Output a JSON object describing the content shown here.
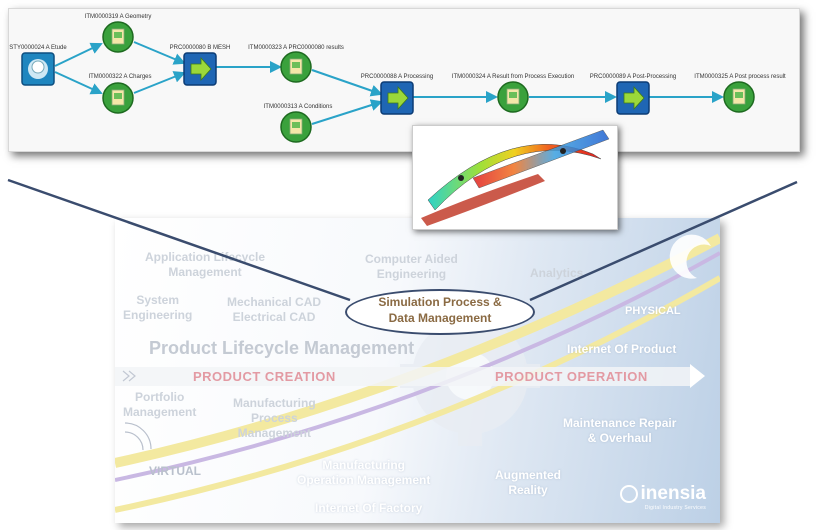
{
  "workflow": {
    "nodes": [
      {
        "id": "n1",
        "kind": "study",
        "label": "STY0000024 A Etude"
      },
      {
        "id": "n2",
        "kind": "item",
        "label": "ITM0000319 A Geometry"
      },
      {
        "id": "n3",
        "kind": "item",
        "label": "ITM0000322 A Charges"
      },
      {
        "id": "n4",
        "kind": "process",
        "label": "PRC0000080 B MESH"
      },
      {
        "id": "n5",
        "kind": "item",
        "label": "ITM0000323 A PRC0000080 results"
      },
      {
        "id": "n6",
        "kind": "item",
        "label": "ITM0000313 A Conditions"
      },
      {
        "id": "n7",
        "kind": "process",
        "label": "PRC0000088 A Processing"
      },
      {
        "id": "n8",
        "kind": "item",
        "label": "ITM0000324 A Result from Process Execution"
      },
      {
        "id": "n9",
        "kind": "process",
        "label": "PRC0000089 A Post-Processing"
      },
      {
        "id": "n10",
        "kind": "item",
        "label": "ITM0000325 A Post process result"
      }
    ],
    "colors": {
      "item": "#3aa13c",
      "process": "#1f66b4",
      "study": "#2f9fd0",
      "edge": "#2aa3c8"
    }
  },
  "landscape": {
    "alm": {
      "text": "Application Lifecycle\nManagement"
    },
    "cae": {
      "text": "Computer Aided\nEngineering"
    },
    "analytics": {
      "text": "Analytics"
    },
    "se": {
      "text": "System\nEngineering"
    },
    "mcad": {
      "text": "Mechanical CAD\nElectrical CAD"
    },
    "spdm": {
      "line1": "Simulation Process &",
      "line2": "Data Management"
    },
    "physical": {
      "text": "PHYSICAL"
    },
    "plm": {
      "text": "Product Lifecycle Management"
    },
    "iop": {
      "text": "Internet Of Product"
    },
    "creation": {
      "text": "PRODUCT CREATION"
    },
    "operation": {
      "text": "PRODUCT OPERATION"
    },
    "portfolio": {
      "text": "Portfolio\nManagement"
    },
    "mpm": {
      "text": "Manufacturing\nProcess\nManagement"
    },
    "mro": {
      "text": "Maintenance Repair\n& Overhaul"
    },
    "virtual": {
      "text": "VIRTUAL"
    },
    "mom": {
      "text": "Manufacturing\nOperation Management"
    },
    "ar": {
      "text": "Augmented\nReality"
    },
    "iof": {
      "text": "Internet Of Factory"
    },
    "logo": {
      "name": "inensia",
      "tagline": "Digital Industry Services"
    }
  }
}
